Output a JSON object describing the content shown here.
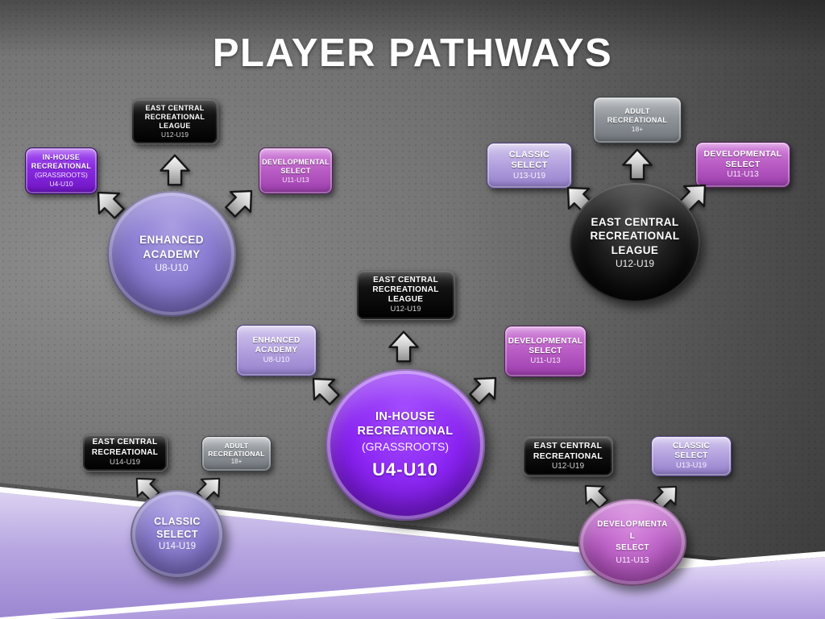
{
  "slide": {
    "title": "PLAYER PATHWAYS"
  },
  "icons": {
    "flow_arrow": "3d-block-arrow-icon",
    "ribbon": "diagonal-lavender-ribbon"
  },
  "palette": {
    "background_gray": "#6e6e6e",
    "vivid_purple": "#8a2be2",
    "medium_purple": "#8b7dd2",
    "lavender_box": "#b2a0de",
    "orchid_magenta": "#bb5fc6",
    "black_node": "#000000",
    "gray_node": "#8f9499",
    "arrow_silver": "#cfcfcf",
    "ribbon_lavender": "#b7a6e1",
    "title_color": "#ffffff"
  },
  "clusters": [
    {
      "name": "Enhanced Academy",
      "circle": {
        "t1": "ENHANCED",
        "t2": "ACADEMY",
        "sub": "U8-U10"
      },
      "boxes": [
        {
          "t1": "IN-HOUSE",
          "t2": "RECREATIONAL",
          "sub": "(GRASSROOTS) U4-U10"
        },
        {
          "t1": "EAST CENTRAL",
          "t2": "RECREATIONAL",
          "t3": "LEAGUE",
          "sub": "U12-U19"
        },
        {
          "t1": "DEVELOPMENTAL",
          "t2": "SELECT",
          "sub": "U11-U13"
        }
      ]
    },
    {
      "name": "East Central Recreational League",
      "circle": {
        "t1": "EAST CENTRAL",
        "t2": "RECREATIONAL",
        "t3": "LEAGUE",
        "sub": "U12-U19"
      },
      "boxes": [
        {
          "t1": "CLASSIC",
          "t2": "SELECT",
          "sub": "U13-U19"
        },
        {
          "t1": "ADULT",
          "t2": "RECREATIONAL",
          "sub": "18+"
        },
        {
          "t1": "DEVELOPMENTAL",
          "t2": "SELECT",
          "sub": "U11-U13"
        }
      ]
    },
    {
      "name": "In-House Recreational (Grassroots)",
      "circle": {
        "t1": "IN-HOUSE",
        "t2": "RECREATIONAL",
        "reg": "(GRASSROOTS)",
        "big": "U4-U10"
      },
      "boxes": [
        {
          "t1": "ENHANCED",
          "t2": "ACADEMY",
          "sub": "U8-U10"
        },
        {
          "t1": "EAST CENTRAL",
          "t2": "RECREATIONAL",
          "t3": "LEAGUE",
          "sub": "U12-U19"
        },
        {
          "t1": "DEVELOPMENTAL",
          "t2": "SELECT",
          "sub": "U11-U13"
        }
      ]
    },
    {
      "name": "Classic Select",
      "circle": {
        "t1": "CLASSIC",
        "t2": "SELECT",
        "sub": "U14-U19"
      },
      "boxes": [
        {
          "t1": "EAST CENTRAL",
          "t2": "RECREATIONAL",
          "sub": "U14-U19"
        },
        {
          "t1": "ADULT",
          "t2": "RECREATIONAL",
          "sub": "18+"
        }
      ]
    },
    {
      "name": "Developmental Select",
      "circle": {
        "t1": "DEVELOPMENTAL",
        "t2": "SELECT",
        "sub": "U11-U13"
      },
      "boxes": [
        {
          "t1": "EAST CENTRAL",
          "t2": "RECREATIONAL",
          "sub": "U12-U19"
        },
        {
          "t1": "CLASSIC",
          "t2": "SELECT",
          "sub": "U13-U19"
        }
      ]
    }
  ]
}
